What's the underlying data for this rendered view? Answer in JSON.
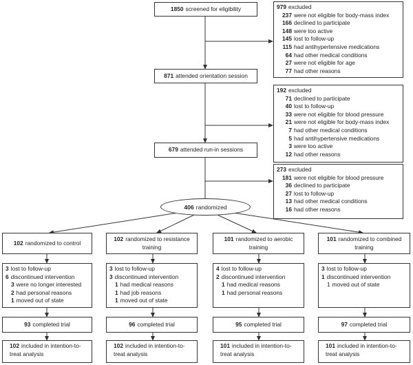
{
  "screened": {
    "n": "1850",
    "text": "screened for eligibility"
  },
  "excluded1": {
    "head": {
      "n": "979",
      "text": "excluded"
    },
    "items": [
      {
        "n": "237",
        "text": "were not eligible for body-mass index"
      },
      {
        "n": "166",
        "text": "declined to participate"
      },
      {
        "n": "148",
        "text": "were too active"
      },
      {
        "n": "145",
        "text": "lost to follow-up"
      },
      {
        "n": "115",
        "text": "had antihypertensive medications"
      },
      {
        "n": "64",
        "text": "had other medical conditions"
      },
      {
        "n": "27",
        "text": "were not eligible for age"
      },
      {
        "n": "77",
        "text": "had other reasons"
      }
    ]
  },
  "orientation": {
    "n": "871",
    "text": "attended orientation session"
  },
  "excluded2": {
    "head": {
      "n": "192",
      "text": "excluded"
    },
    "items": [
      {
        "n": "71",
        "text": "declined to participate"
      },
      {
        "n": "40",
        "text": "lost to follow-up"
      },
      {
        "n": "33",
        "text": "were not eligible for blood pressure"
      },
      {
        "n": "21",
        "text": "were not eligible for body-mass index"
      },
      {
        "n": "7",
        "text": "had other medical conditions"
      },
      {
        "n": "5",
        "text": "had antihypertensive medications"
      },
      {
        "n": "3",
        "text": "were too active"
      },
      {
        "n": "12",
        "text": "had other reasons"
      }
    ]
  },
  "runin": {
    "n": "679",
    "text": "attended run-in sessions"
  },
  "excluded3": {
    "head": {
      "n": "273",
      "text": "excluded"
    },
    "items": [
      {
        "n": "181",
        "text": "were not eligible for blood pressure"
      },
      {
        "n": "36",
        "text": "declined to participate"
      },
      {
        "n": "27",
        "text": "lost to follow-up"
      },
      {
        "n": "13",
        "text": "had other medical conditions"
      },
      {
        "n": "16",
        "text": "had other reasons"
      }
    ]
  },
  "randomized": {
    "n": "406",
    "text": "randomized"
  },
  "arms": [
    {
      "rand": {
        "n": "102",
        "line1": "randomized to control",
        "line2": ""
      },
      "lost": [
        {
          "n": "3",
          "text": "lost to follow-up",
          "indent": false
        },
        {
          "n": "6",
          "text": "discontinued intervention",
          "indent": false
        },
        {
          "n": "3",
          "text": "were no longer interested",
          "indent": true
        },
        {
          "n": "2",
          "text": "had personal reasons",
          "indent": true
        },
        {
          "n": "1",
          "text": "moved out of state",
          "indent": true
        }
      ],
      "completed": {
        "n": "93",
        "text": "completed trial"
      },
      "itt": {
        "n": "102",
        "line1": "included in intention-to-",
        "line2": "treat analysis"
      }
    },
    {
      "rand": {
        "n": "102",
        "line1": "randomized to resistance",
        "line2": "training"
      },
      "lost": [
        {
          "n": "3",
          "text": "lost to follow-up",
          "indent": false
        },
        {
          "n": "3",
          "text": "discontinued intervention",
          "indent": false
        },
        {
          "n": "1",
          "text": "had medical reasons",
          "indent": true
        },
        {
          "n": "1",
          "text": "had job reasons",
          "indent": true
        },
        {
          "n": "1",
          "text": "moved out of state",
          "indent": true
        }
      ],
      "completed": {
        "n": "96",
        "text": "completed trial"
      },
      "itt": {
        "n": "102",
        "line1": "included in intention-to-",
        "line2": "treat analysis"
      }
    },
    {
      "rand": {
        "n": "101",
        "line1": "randomized to aerobic",
        "line2": "training"
      },
      "lost": [
        {
          "n": "4",
          "text": "lost to follow-up",
          "indent": false
        },
        {
          "n": "2",
          "text": "discontinued intervention",
          "indent": false
        },
        {
          "n": "1",
          "text": "had medical reasons",
          "indent": true
        },
        {
          "n": "1",
          "text": "had personal reasons",
          "indent": true
        }
      ],
      "completed": {
        "n": "95",
        "text": "completed trial"
      },
      "itt": {
        "n": "101",
        "line1": "included in intention-to-",
        "line2": "treat analysis"
      }
    },
    {
      "rand": {
        "n": "101",
        "line1": "randomized to combined",
        "line2": "training"
      },
      "lost": [
        {
          "n": "3",
          "text": "lost to follow-up",
          "indent": false
        },
        {
          "n": "1",
          "text": "discontinued intervention",
          "indent": false
        },
        {
          "n": "1",
          "text": "moved out of state",
          "indent": true
        }
      ],
      "completed": {
        "n": "97",
        "text": "completed trial"
      },
      "itt": {
        "n": "101",
        "line1": "included in intention-to-",
        "line2": "treat analysis"
      }
    }
  ]
}
